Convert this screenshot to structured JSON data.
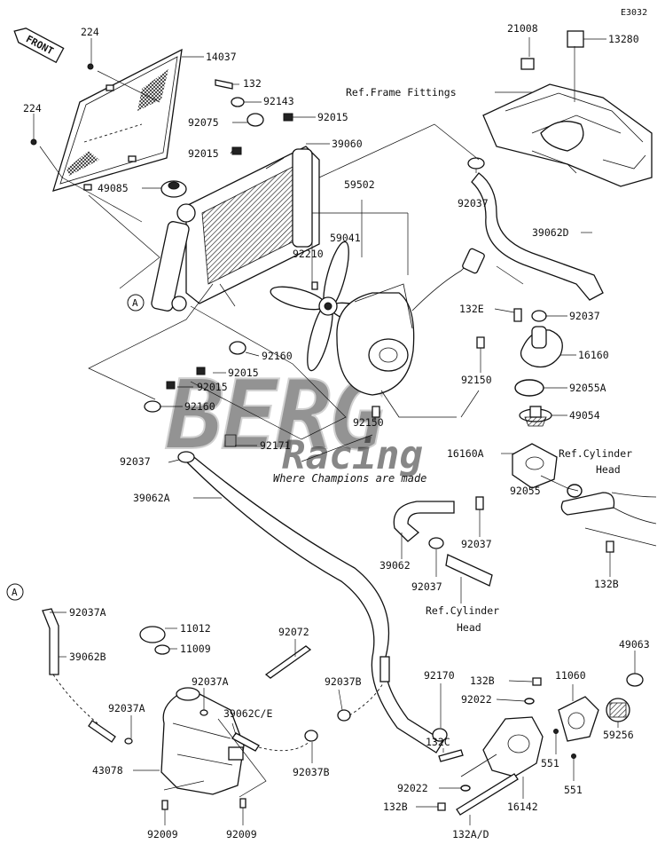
{
  "diagram_code": "E3032",
  "front_label": "FRONT",
  "circle_a": "A",
  "watermark": {
    "brand": "BERG",
    "sub": "Racing",
    "tagline": "Where Champions are made"
  },
  "labels": {
    "l224a": "224",
    "l224b": "224",
    "l14037": "14037",
    "l132": "132",
    "l92143": "92143",
    "l92075": "92075",
    "l92015a": "92015",
    "l92015b": "92015",
    "l92015c": "92015",
    "l92015d": "92015",
    "l39060": "39060",
    "l49085": "49085",
    "l59502": "59502",
    "l92210": "92210",
    "l59041": "59041",
    "l92160a": "92160",
    "l92160b": "92160",
    "l92171": "92171",
    "l92150a": "92150",
    "l92150b": "92150",
    "l92037a": "92037",
    "l92037b": "92037",
    "l92037c": "92037",
    "l92037d": "92037",
    "l92037e": "92037",
    "l39062a": "39062A",
    "l39062": "39062",
    "l39062d": "39062D",
    "l21008": "21008",
    "l13280": "13280",
    "refFrame": "Ref.Frame Fittings",
    "l132e": "132E",
    "l16160": "16160",
    "l92055a": "92055A",
    "l49054": "49054",
    "l16160a": "16160A",
    "refCyl1": "Ref.Cylinder",
    "refCyl1b": "Head",
    "l92055": "92055",
    "l132b1": "132B",
    "refCyl2": "Ref.Cylinder",
    "refCyl2b": "Head",
    "l92037A": "92037A",
    "l39062B": "39062B",
    "l11012": "11012",
    "l11009": "11009",
    "l92072": "92072",
    "l92037A2": "92037A",
    "l92037A3": "92037A",
    "l92037B1": "92037B",
    "l92037B2": "92037B",
    "l39062CE": "39062C/E",
    "l43078": "43078",
    "l92009a": "92009",
    "l92009b": "92009",
    "l92170": "92170",
    "l92022a": "92022",
    "l92022b": "92022",
    "l132b2": "132B",
    "l132b3": "132B",
    "l132c": "132C",
    "l16142": "16142",
    "l132ad": "132A/D",
    "l11060": "11060",
    "l49063": "49063",
    "l59256": "59256",
    "l551a": "551",
    "l551b": "551"
  }
}
